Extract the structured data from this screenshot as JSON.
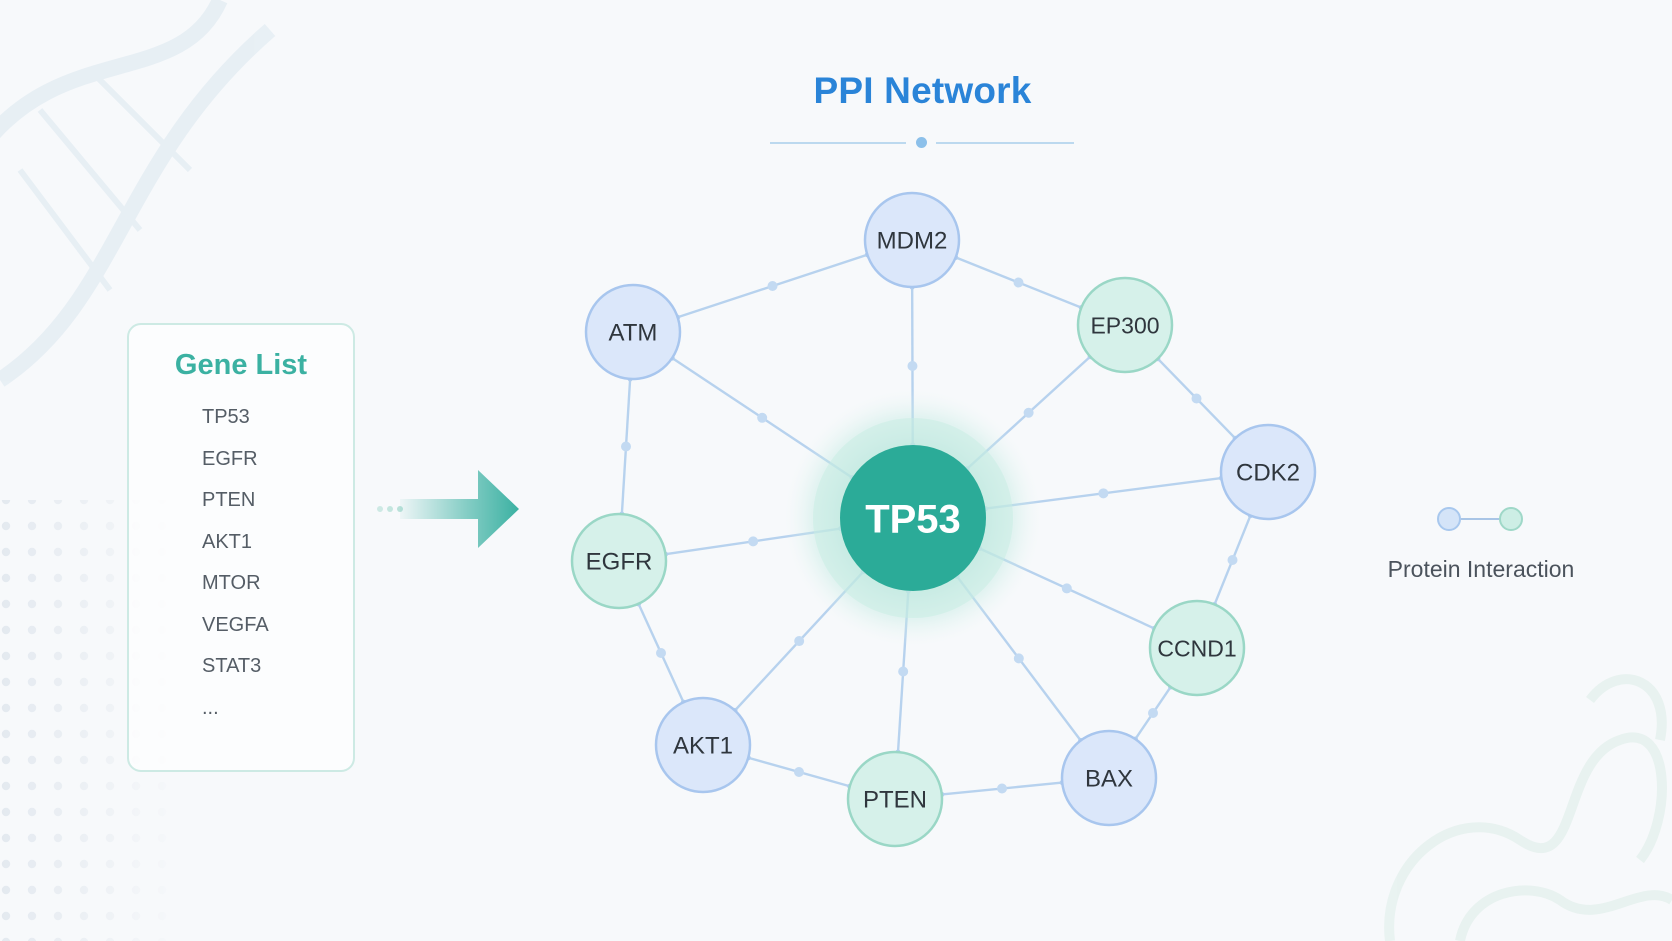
{
  "title": "PPI Network",
  "gene_list": {
    "title": "Gene List",
    "items": [
      "TP53",
      "EGFR",
      "PTEN",
      "AKT1",
      "MTOR",
      "VEGFA",
      "STAT3",
      "..."
    ]
  },
  "legend": {
    "label": "Protein Interaction"
  },
  "colors": {
    "title": "#2a84d8",
    "gene_title": "#3bb1a2",
    "hub_fill": "#2bab98",
    "blue_node_fill": "#dbe7fa",
    "blue_node_stroke": "#a8c6ee",
    "green_node_fill": "#d6f1ea",
    "green_node_stroke": "#9ad7c6",
    "edge": "#b7d2ee"
  },
  "network": {
    "hub": {
      "label": "TP53"
    },
    "nodes": [
      {
        "id": "MDM2",
        "label": "MDM2",
        "color": "blue"
      },
      {
        "id": "EP300",
        "label": "EP300",
        "color": "green"
      },
      {
        "id": "CDK2",
        "label": "CDK2",
        "color": "blue"
      },
      {
        "id": "CCND1",
        "label": "CCND1",
        "color": "green"
      },
      {
        "id": "BAX",
        "label": "BAX",
        "color": "blue"
      },
      {
        "id": "PTEN",
        "label": "PTEN",
        "color": "green"
      },
      {
        "id": "AKT1",
        "label": "AKT1",
        "color": "blue"
      },
      {
        "id": "EGFR",
        "label": "EGFR",
        "color": "green"
      },
      {
        "id": "ATM",
        "label": "ATM",
        "color": "blue"
      }
    ],
    "edges": [
      [
        "TP53",
        "MDM2"
      ],
      [
        "TP53",
        "EP300"
      ],
      [
        "TP53",
        "CDK2"
      ],
      [
        "TP53",
        "CCND1"
      ],
      [
        "TP53",
        "BAX"
      ],
      [
        "TP53",
        "PTEN"
      ],
      [
        "TP53",
        "AKT1"
      ],
      [
        "TP53",
        "EGFR"
      ],
      [
        "TP53",
        "ATM"
      ],
      [
        "ATM",
        "MDM2"
      ],
      [
        "MDM2",
        "EP300"
      ],
      [
        "EP300",
        "CDK2"
      ],
      [
        "CDK2",
        "CCND1"
      ],
      [
        "CCND1",
        "BAX"
      ],
      [
        "BAX",
        "PTEN"
      ],
      [
        "PTEN",
        "AKT1"
      ],
      [
        "AKT1",
        "EGFR"
      ],
      [
        "EGFR",
        "ATM"
      ]
    ]
  }
}
